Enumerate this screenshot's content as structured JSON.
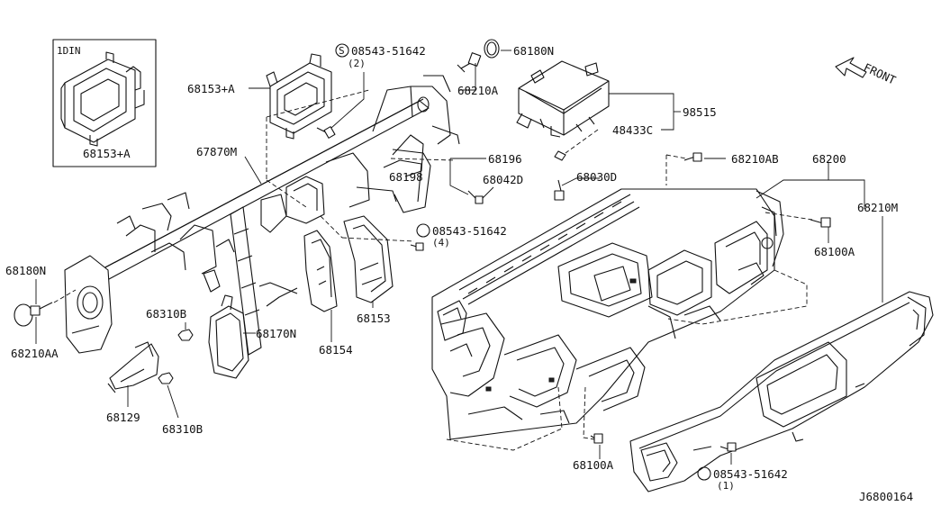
{
  "diagram": {
    "inset_title": "1DIN",
    "drawing_id": "J6800164",
    "front_arrow": "FRONT",
    "labels": {
      "p68153a_inset": "68153+A",
      "p68153a": "68153+A",
      "s_screw_top": "S 08543-51642",
      "s_screw_top_qty": "(2)",
      "p68210a": "68210A",
      "p68180n_top": "68180N",
      "p98515": "98515",
      "p48433c": "48433C",
      "p67870m": "67870M",
      "p68196": "68196",
      "p68198": "68198",
      "p68042d": "68042D",
      "p68030d": "68030D",
      "p68210ab": "68210AB",
      "p68200": "68200",
      "p68210m": "68210M",
      "s_screw_mid": "S 08543-51642",
      "s_screw_mid_qty": "(4)",
      "p68100a_right": "68100A",
      "p68180n_left": "68180N",
      "p68210aa": "68210AA",
      "p68310b_top": "68310B",
      "p68170n": "68170N",
      "p68154": "68154",
      "p68153": "68153",
      "p68129": "68129",
      "p68310b_bottom": "68310B",
      "p68100a_bottom": "68100A",
      "s_screw_bottom": "S 08543-51642",
      "s_screw_bottom_qty": "(1)"
    }
  }
}
